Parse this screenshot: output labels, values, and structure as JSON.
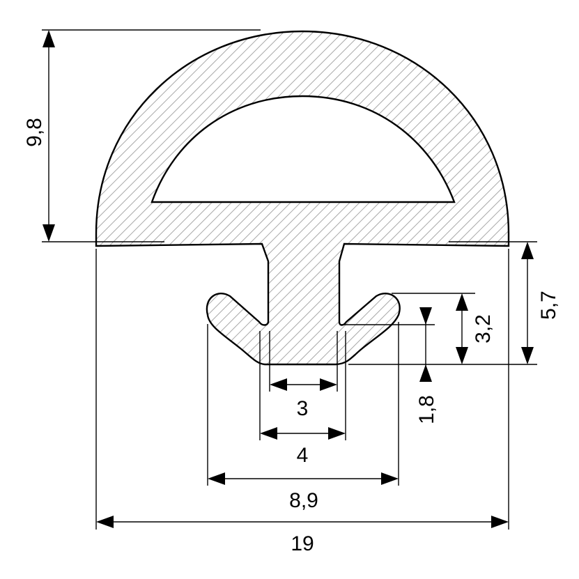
{
  "dimensions": {
    "overall_height": "9,8",
    "overall_width": "19",
    "base_height": "5,7",
    "fin_height": "3,2",
    "fin_gap": "1,8",
    "stem_inner_width": "3",
    "stem_outer_width": "4",
    "fin_span_width": "8,9"
  }
}
